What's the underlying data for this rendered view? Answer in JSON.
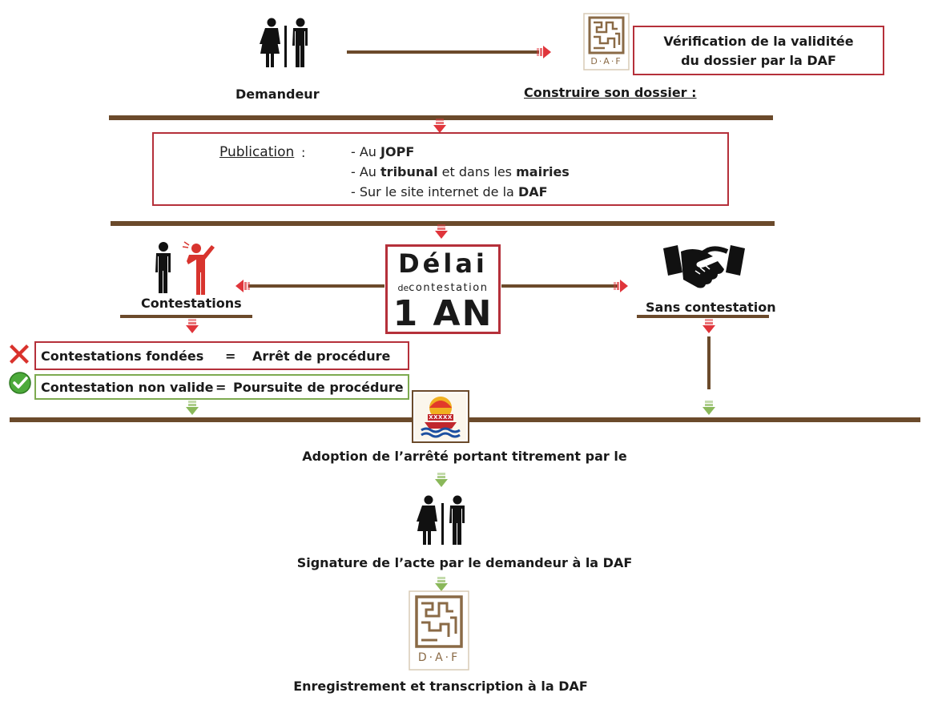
{
  "top": {
    "demandeur_label": "Demandeur",
    "dossier_label": "Construire son dossier :",
    "verification_line1": "Vérification de la validitée",
    "verification_line2": "du dossier par  la DAF"
  },
  "publication": {
    "label": "Publication",
    "colon": ":",
    "items": [
      {
        "prefix": "- Au ",
        "bold1": "JOPF",
        "mid": "",
        "bold2": ""
      },
      {
        "prefix": "- Au ",
        "bold1": "tribunal",
        "mid": " et dans les ",
        "bold2": "mairies"
      },
      {
        "prefix": "- Sur le site internet de la ",
        "bold1": "DAF",
        "mid": "",
        "bold2": ""
      }
    ]
  },
  "delai": {
    "title": "Délai",
    "sub_small": "de",
    "sub": "contestation",
    "big": "1 AN"
  },
  "branches": {
    "contestations_label": "Contestations",
    "sans_contestation_label": "Sans contestation"
  },
  "results": {
    "fondees_left": "Contestations fondées",
    "fondees_eq": "=",
    "fondees_right": "Arrêt de procédure",
    "nonvalide_left": "Contestation non valide",
    "nonvalide_eq": "=",
    "nonvalide_right": "Poursuite de procédure"
  },
  "bottom": {
    "adoption": "Adoption  de l’arrêté portant titrement par le",
    "signature": "Signature de l’acte par le demandeur à la DAF",
    "enregistrement": "Enregistrement et transcription à la DAF"
  },
  "logos": {
    "daf_text": "D·A·F",
    "flag_text": "XXXXX"
  },
  "icons": {
    "couple": "couple-icon",
    "daf": "daf-logo-icon",
    "dispute": "dispute-icon",
    "handshake": "handshake-icon",
    "cross": "red-cross-icon",
    "check": "green-check-icon",
    "flag": "polynesia-emblem-icon"
  },
  "colors": {
    "brown": "#6b4a2b",
    "red": "#b5303a",
    "green": "#7daa50",
    "arrow_red": "#e0353b",
    "arrow_green": "#8ab85a"
  }
}
